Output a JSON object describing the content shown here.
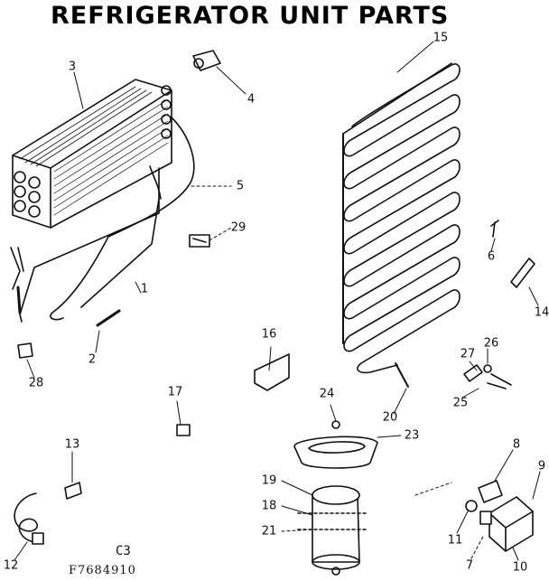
{
  "title": "REFRIGERATOR UNIT PARTS",
  "codes": {
    "section": "C3",
    "model": "F7684910"
  },
  "parts": [
    {
      "id": "p1",
      "label": "1"
    },
    {
      "id": "p2",
      "label": "2"
    },
    {
      "id": "p3",
      "label": "3"
    },
    {
      "id": "p4",
      "label": "4"
    },
    {
      "id": "p5",
      "label": "5"
    },
    {
      "id": "p6",
      "label": "6"
    },
    {
      "id": "p7",
      "label": "7"
    },
    {
      "id": "p8",
      "label": "8"
    },
    {
      "id": "p9",
      "label": "9"
    },
    {
      "id": "p10",
      "label": "10"
    },
    {
      "id": "p11",
      "label": "11"
    },
    {
      "id": "p12",
      "label": "12"
    },
    {
      "id": "p13",
      "label": "13"
    },
    {
      "id": "p14",
      "label": "14"
    },
    {
      "id": "p15",
      "label": "15"
    },
    {
      "id": "p16",
      "label": "16"
    },
    {
      "id": "p17",
      "label": "17"
    },
    {
      "id": "p18",
      "label": "18"
    },
    {
      "id": "p19",
      "label": "19"
    },
    {
      "id": "p20",
      "label": "20"
    },
    {
      "id": "p21",
      "label": "21"
    },
    {
      "id": "p23",
      "label": "23"
    },
    {
      "id": "p24",
      "label": "24"
    },
    {
      "id": "p25",
      "label": "25"
    },
    {
      "id": "p26",
      "label": "26"
    },
    {
      "id": "p27",
      "label": "27"
    },
    {
      "id": "p28",
      "label": "28"
    },
    {
      "id": "p29",
      "label": "29"
    }
  ]
}
